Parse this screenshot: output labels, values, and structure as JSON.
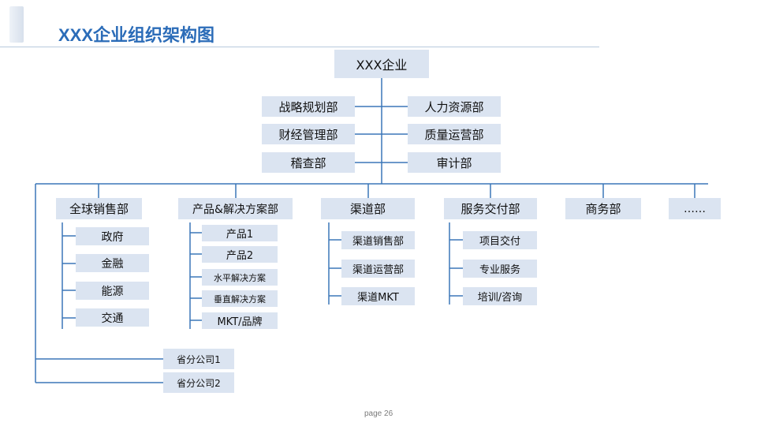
{
  "title": "XXX企业组织架构图",
  "root": "XXX企业",
  "staff_left": [
    "战略规划部",
    "财经管理部",
    "稽查部"
  ],
  "staff_right": [
    "人力资源部",
    "质量运营部",
    "审计部"
  ],
  "departments": [
    {
      "name": "全球销售部",
      "subs": [
        "政府",
        "金融",
        "能源",
        "交通"
      ]
    },
    {
      "name": "产品&解决方案部",
      "subs": [
        "产品1",
        "产品2",
        "水平解决方案",
        "垂直解决方案",
        "MKT/品牌"
      ]
    },
    {
      "name": "渠道部",
      "subs": [
        "渠道销售部",
        "渠道运营部",
        "渠道MKT"
      ]
    },
    {
      "name": "服务交付部",
      "subs": [
        "项目交付",
        "专业服务",
        "培训/咨询"
      ]
    },
    {
      "name": "商务部",
      "subs": []
    },
    {
      "name": "……",
      "subs": []
    }
  ],
  "branches": [
    "省分公司1",
    "省分公司2"
  ],
  "page_label": "page 26",
  "colors": {
    "title": "#2b6cb8",
    "box": "#dbe4f1",
    "line": "#3b77b8"
  }
}
